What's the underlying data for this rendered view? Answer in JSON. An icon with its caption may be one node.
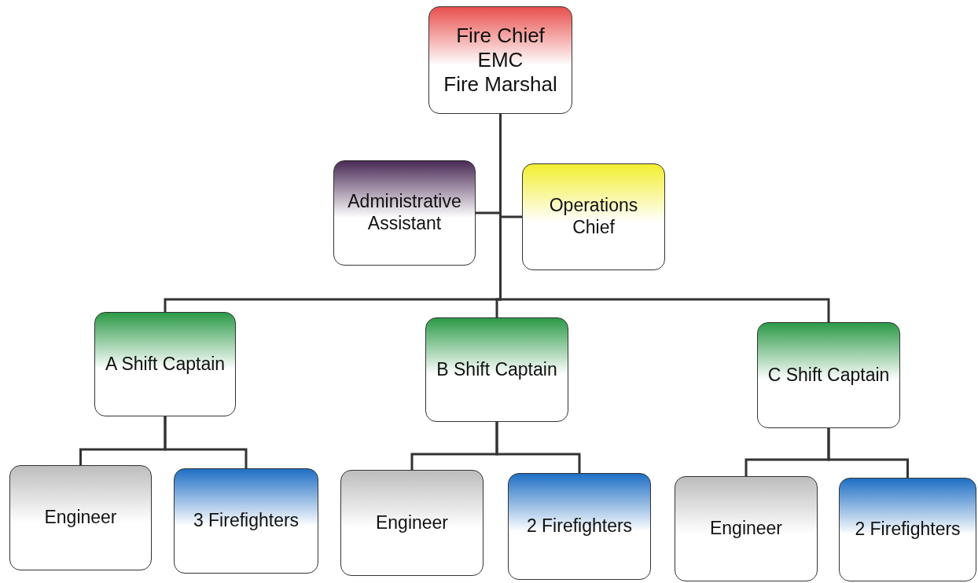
{
  "diagram": {
    "nodes": [
      {
        "text": [
          "Fire Chief",
          "EMC",
          "Fire Marshal"
        ]
      },
      {
        "text": [
          "Administrative Assistant"
        ]
      },
      {
        "text": [
          "Operations Chief"
        ]
      },
      {
        "text": [
          "A Shift Captain"
        ]
      },
      {
        "text": [
          "B Shift Captain"
        ]
      },
      {
        "text": [
          "C Shift Captain"
        ]
      },
      {
        "text": [
          "Engineer"
        ]
      },
      {
        "text": [
          "3 Firefighters"
        ]
      },
      {
        "text": [
          "Engineer"
        ]
      },
      {
        "text": [
          "2 Firefighters"
        ]
      },
      {
        "text": [
          "Engineer"
        ]
      },
      {
        "text": [
          "2 Firefighters"
        ]
      }
    ],
    "edges": [
      {
        "from": 0,
        "to": 1,
        "arrow": "none"
      },
      {
        "from": 0,
        "to": 2,
        "arrow": "none"
      },
      {
        "from": 0,
        "to": 3,
        "arrow": "none"
      },
      {
        "from": 0,
        "to": 4,
        "arrow": "none"
      },
      {
        "from": 0,
        "to": 5,
        "arrow": "none"
      },
      {
        "from": 3,
        "to": 6,
        "arrow": "none"
      },
      {
        "from": 3,
        "to": 7,
        "arrow": "none"
      },
      {
        "from": 4,
        "to": 8,
        "arrow": "none"
      },
      {
        "from": 4,
        "to": 9,
        "arrow": "none"
      },
      {
        "from": 5,
        "to": 10,
        "arrow": "none"
      },
      {
        "from": 5,
        "to": 11,
        "arrow": "none"
      }
    ]
  }
}
